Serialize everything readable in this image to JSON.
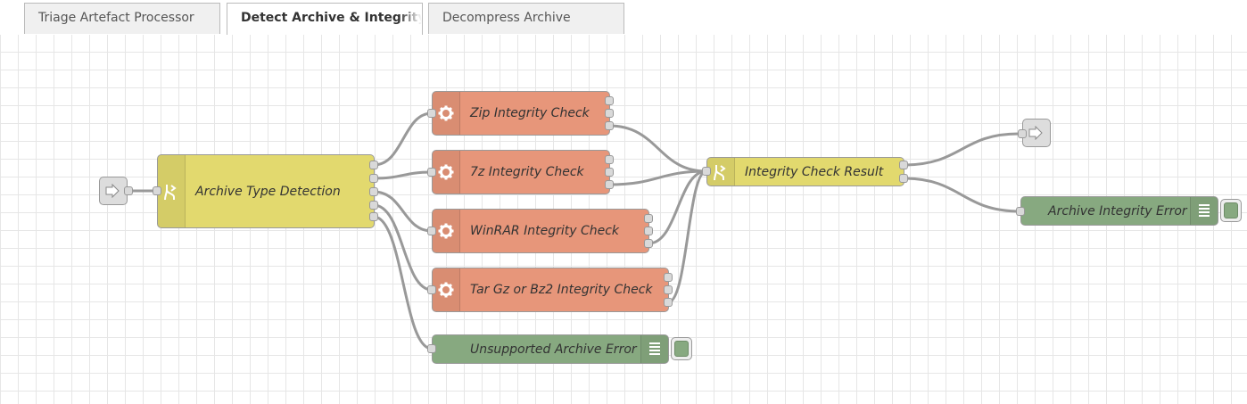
{
  "tabs": [
    {
      "label": "Triage Artefact Processor",
      "active": false
    },
    {
      "label": "Detect Archive & Integrity Check",
      "active": true
    },
    {
      "label": "Decompress Archive",
      "active": false
    }
  ],
  "nodes": {
    "archive_type_detection": "Archive Type Detection",
    "zip_check": "Zip Integrity Check",
    "sevenz_check": "7z Integrity Check",
    "winrar_check": "WinRAR Integrity Check",
    "targz_check": "Tar Gz or Bz2 Integrity Check",
    "unsupported_error": "Unsupported Archive Error",
    "integrity_result": "Integrity Check Result",
    "integrity_error": "Archive Integrity Error"
  },
  "colors": {
    "switch_node": "#e2d96e",
    "function_node": "#e7967a",
    "debug_node": "#87a980",
    "link_node": "#dddddd",
    "wire": "#999999",
    "grid": "#e6e6e6"
  },
  "icons": {
    "switch": "switch-icon",
    "function": "gear-icon",
    "debug": "list-icon",
    "link_in": "link-in-icon",
    "link_out": "link-out-icon"
  }
}
